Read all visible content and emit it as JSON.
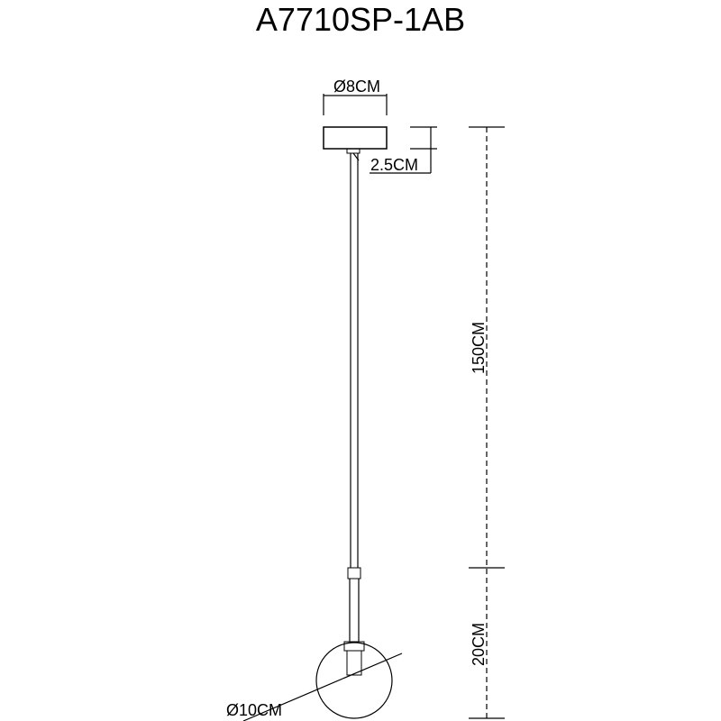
{
  "title": "A7710SP-1AB",
  "dimensions": {
    "canopy_diameter": "Ø8CM",
    "canopy_height": "2.5CM",
    "cord_length": "150CM",
    "shade_height": "20CM",
    "globe_diameter": "Ø10CM"
  },
  "colors": {
    "line": "#000000",
    "background": "#ffffff"
  }
}
